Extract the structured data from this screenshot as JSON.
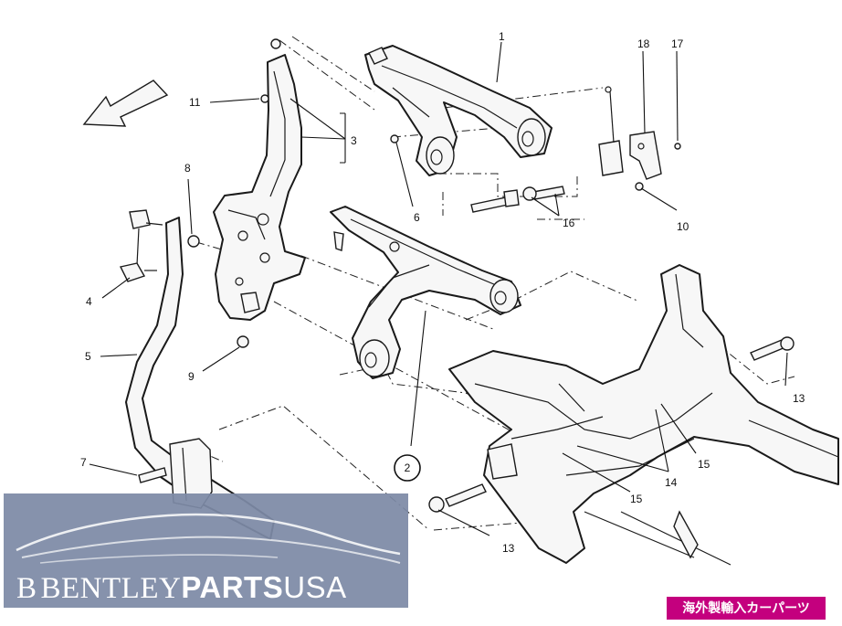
{
  "callouts": {
    "c1": "1",
    "c2": "2",
    "c3": "3",
    "c4": "4",
    "c5": "5",
    "c6": "6",
    "c7": "7",
    "c8": "8",
    "c9": "9",
    "c10": "10",
    "c11": "11",
    "c13a": "13",
    "c13b": "13",
    "c14": "14",
    "c15a": "15",
    "c15b": "15",
    "c16": "16",
    "c17": "17",
    "c18": "18"
  },
  "watermark": {
    "glyph": "B",
    "brand_serif": "BENTLEY",
    "brand_bold": "PARTS",
    "brand_suffix": "USA"
  },
  "badge": {
    "label": "海外製輸入カーパーツ"
  },
  "colors": {
    "watermark_band": "#7d8aa6",
    "badge_background": "#c4007e",
    "line_art": "#1a1a1a"
  },
  "icons": {
    "direction": "arrow-icon"
  }
}
